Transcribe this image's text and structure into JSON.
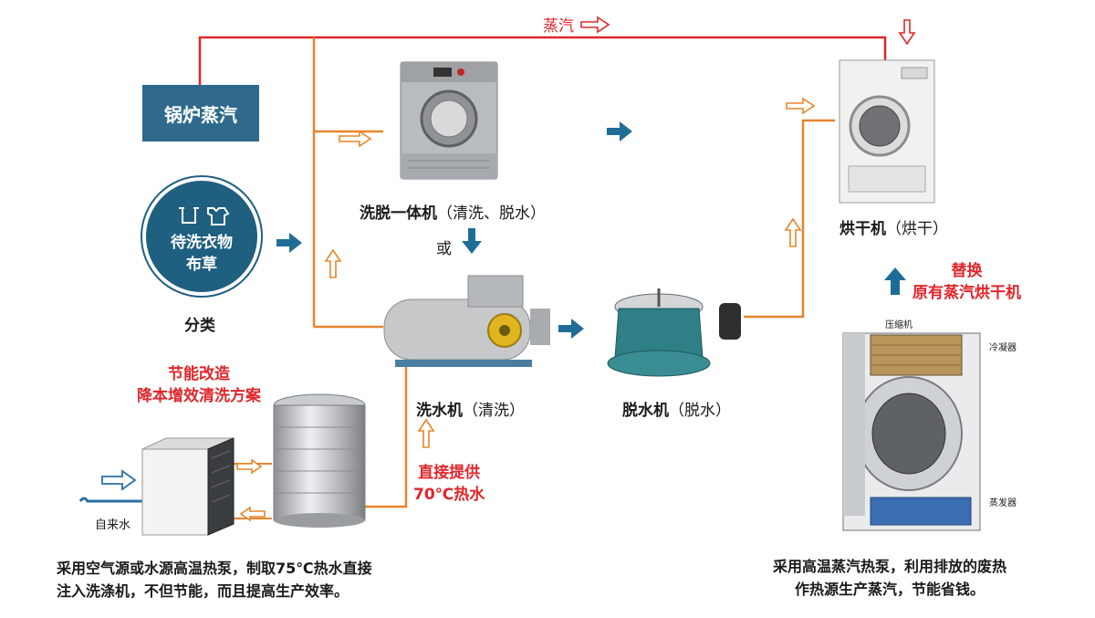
{
  "steam_label": "蒸汽",
  "boiler_label": "锅炉蒸汽",
  "sort_circle": {
    "line1": "待洗衣物",
    "line2": "布草"
  },
  "sort_label": "分类",
  "washer_extractor": {
    "name": "洗脱一体机",
    "detail": "（清洗、脱水）"
  },
  "or_label": "或",
  "washer": {
    "name": "洗水机",
    "detail": "（清洗）"
  },
  "extractor": {
    "name": "脱水机",
    "detail": "（脱水）"
  },
  "dryer": {
    "name": "烘干机",
    "detail": "（烘干）"
  },
  "energy_title": {
    "line1": "节能改造",
    "line2": "降本增效清洗方案"
  },
  "hot_water_label": {
    "line1": "直接提供",
    "line2": "70℃热水"
  },
  "tap_water_label": "自来水",
  "replace_label": {
    "line1": "替换",
    "line2": "原有蒸汽烘干机"
  },
  "heat_pump_parts": {
    "compressor": "压缩机",
    "condenser": "冷凝器",
    "evaporator": "蒸发器"
  },
  "left_note": {
    "line1": "采用空气源或水源高温热泵，制取75℃热水直接",
    "line2": "注入洗涤机，不但节能，而且提高生产效率。"
  },
  "right_note": {
    "line1": "采用高温蒸汽热泵，利用排放的废热",
    "line2": "作热源生产蒸汽，节能省钱。"
  },
  "colors": {
    "steam_line": "#e0262b",
    "water_line": "#e8852a",
    "flow_arrow": "#1f6d97",
    "boiler_bg": "#2f6a8d",
    "highlight_text": "#e0262b"
  }
}
